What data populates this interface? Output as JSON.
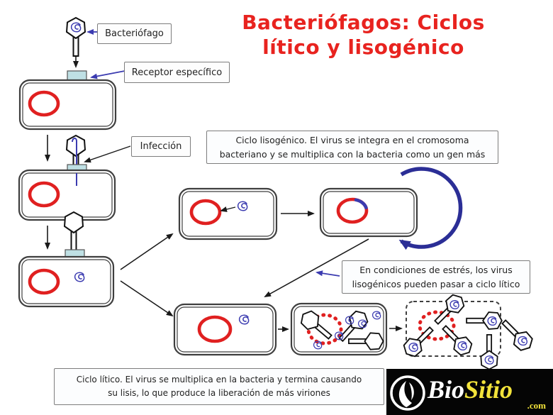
{
  "title": {
    "lines": [
      "Bacteriófagos: Ciclos",
      "lítico y lisogénico"
    ],
    "color": "#e8231f"
  },
  "labels": {
    "bacteriofago": "Bacteriófago",
    "receptor": "Receptor específico",
    "infeccion": "Infección"
  },
  "captions": {
    "lisogenico": [
      "Ciclo lisogénico. El virus se integra en el cromosoma",
      "bacteriano y se multiplica con la bacteria como un gen más"
    ],
    "estres": [
      "En condiciones de estrés, los virus",
      "lisogénicos pueden pasar a  ciclo lítico"
    ],
    "litico": [
      "Ciclo lítico. El virus se multiplica en la bacteria y termina causando",
      "su lisis, lo que produce la liberación de más viriones"
    ]
  },
  "logo": {
    "bio": "Bio",
    "sitio": "Sitio",
    "tld": ".com"
  },
  "icons": {
    "phage": "phage-icon",
    "dna": "dna-squiggle-icon",
    "chromosome": "chromosome-ring-icon",
    "receptor": "receptor-icon",
    "cycle": "replication-cycle-arrow-icon"
  },
  "colors": {
    "title_red": "#e8231f",
    "chromosome_red": "#e02020",
    "phage_dna_blue": "#3b3bb0",
    "cycle_arrow_blue": "#2b2e96",
    "receptor_fill": "#bfe0e4",
    "cell_outline": "#3f3f3f",
    "logo_bg": "#050505",
    "logo_bio": "#ffffff",
    "logo_sitio": "#f2e33a"
  }
}
